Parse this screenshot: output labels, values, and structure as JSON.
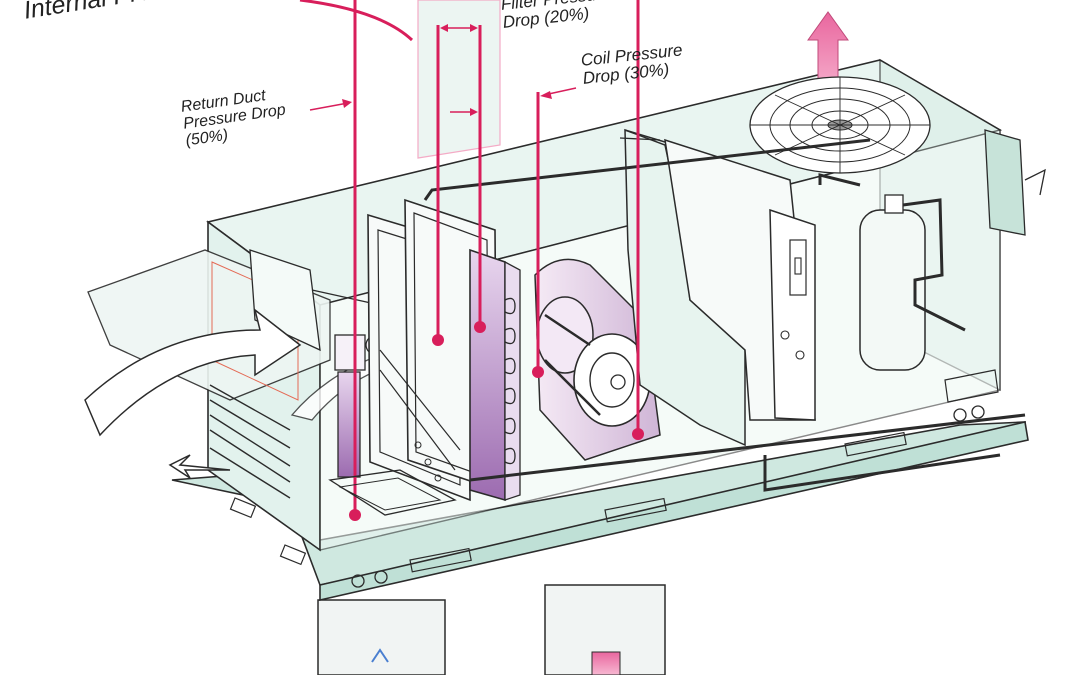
{
  "diagram": {
    "title": "Internal Pressure Drop",
    "labels": {
      "filter": {
        "line1": "Filter Pressure",
        "line2": "Drop (20%)"
      },
      "coil": {
        "line1": "Coil Pressure",
        "line2": "Drop (30%)"
      },
      "return_duct": {
        "line1": "Return Duct",
        "line2": "Pressure Drop",
        "line3": "(50%)"
      }
    },
    "colors": {
      "accent": "#d81e5b",
      "unit_fill": "#e4f3ee",
      "unit_stroke": "#2b2b2b",
      "panel_fill": "#d3ebe4",
      "purple": "#b98bc9",
      "arrow_pink": "#f08cb8"
    }
  }
}
